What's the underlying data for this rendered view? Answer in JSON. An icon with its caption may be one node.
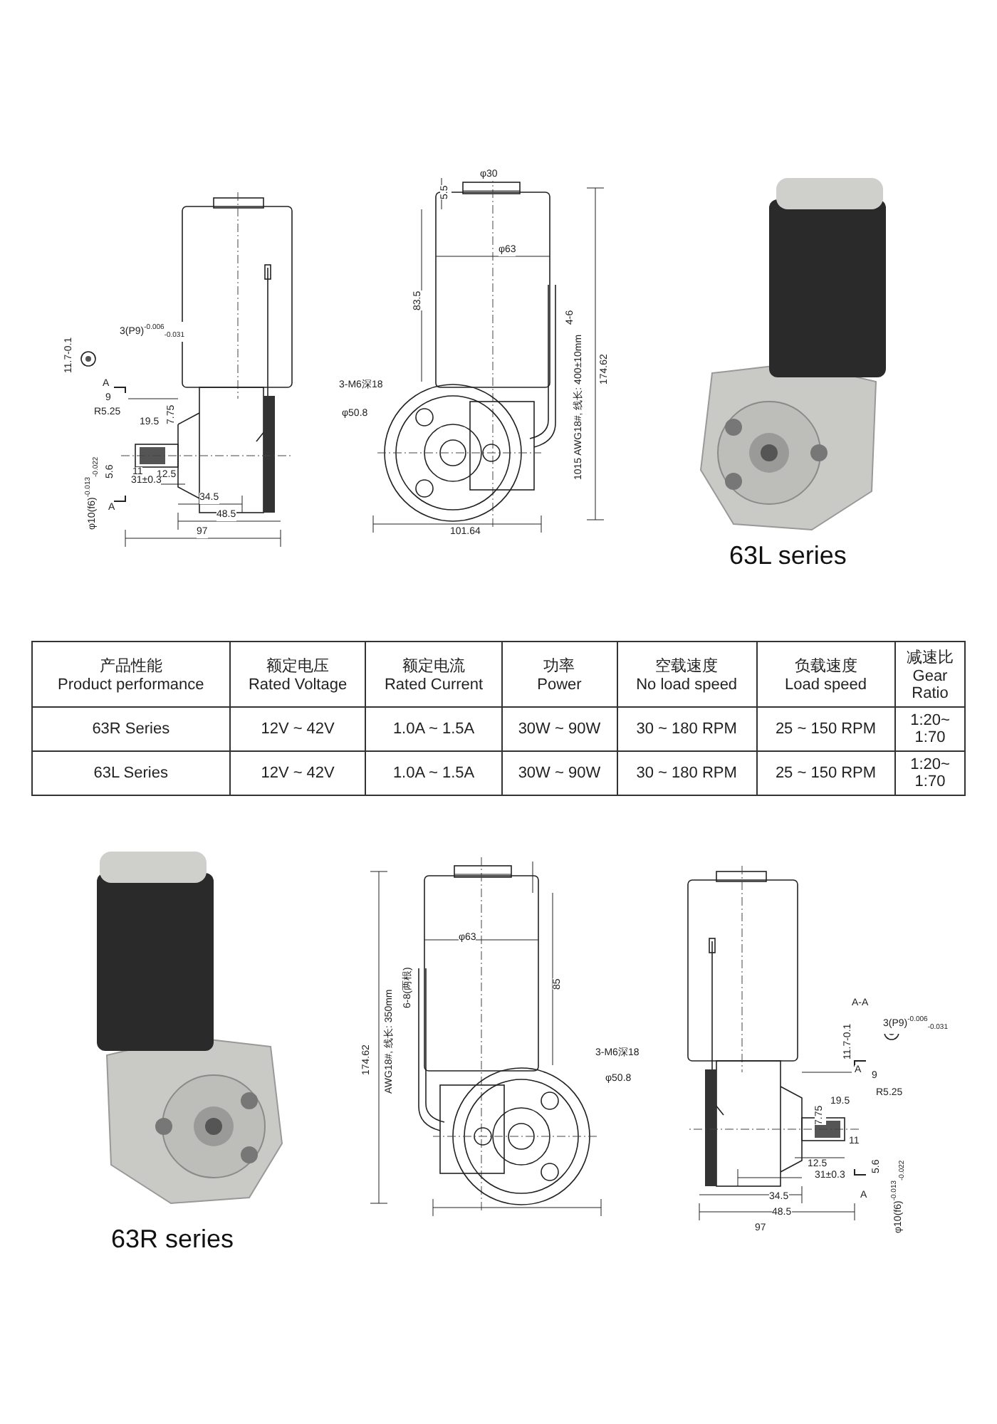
{
  "diagram": {
    "labels": [
      "3(P9)$^{-0.006}$$_{-0.031}$",
      "11.7-0.1",
      "A",
      "9",
      "R5.25",
      "19.5",
      "7.75",
      "11",
      "5.6",
      "12.5",
      "31±0.3",
      "φ10(f6)$^{-0.013}$$_{-0.022}$",
      "A",
      "34.5",
      "48.5",
      "97",
      "5.5",
      "φ30",
      "φ63",
      "83.5",
      "4-6",
      "1015 AWG18#, 线长: 400±10mm",
      "174.62",
      "3-M6深18",
      "φ50.8",
      "101.64",
      "63L series",
      "产品性能 Product performance",
      "额定电压 Rated Voltage",
      "额定电流 Rated Current",
      "功率 Power",
      "空载速度 No load speed",
      "负载速度 Load speed",
      "减速比 Gear Ratio",
      "63R Series",
      "12V ~ 42V",
      "1.0A ~ 1.5A",
      "30W ~ 90W",
      "30 ~ 180 RPM",
      "25 ~ 150 RPM",
      "1:20~ 1:70",
      "63L Series",
      "12V ~ 42V",
      "1.0A ~ 1.5A",
      "30W ~ 90W",
      "30 ~ 180 RPM",
      "25 ~ 150 RPM",
      "1:20~ 1:70",
      "63R series",
      "174.62",
      "AWG18#, 线长: 350mm",
      "6-8(两根)",
      "φ63",
      "85",
      "3-M6深18",
      "φ50.8",
      "A-A",
      "3(P9)$^{-0.006}$$_{-0.031}$",
      "11.7-0.1",
      "A",
      "7.75",
      "9",
      "R5.25",
      "19.5",
      "11",
      "5.6",
      "12.5",
      "31±0.3",
      "A",
      "φ10(f6)$^{-0.013}$$_{-0.022}$",
      "34.5",
      "48.5",
      "97"
    ]
  }
}
